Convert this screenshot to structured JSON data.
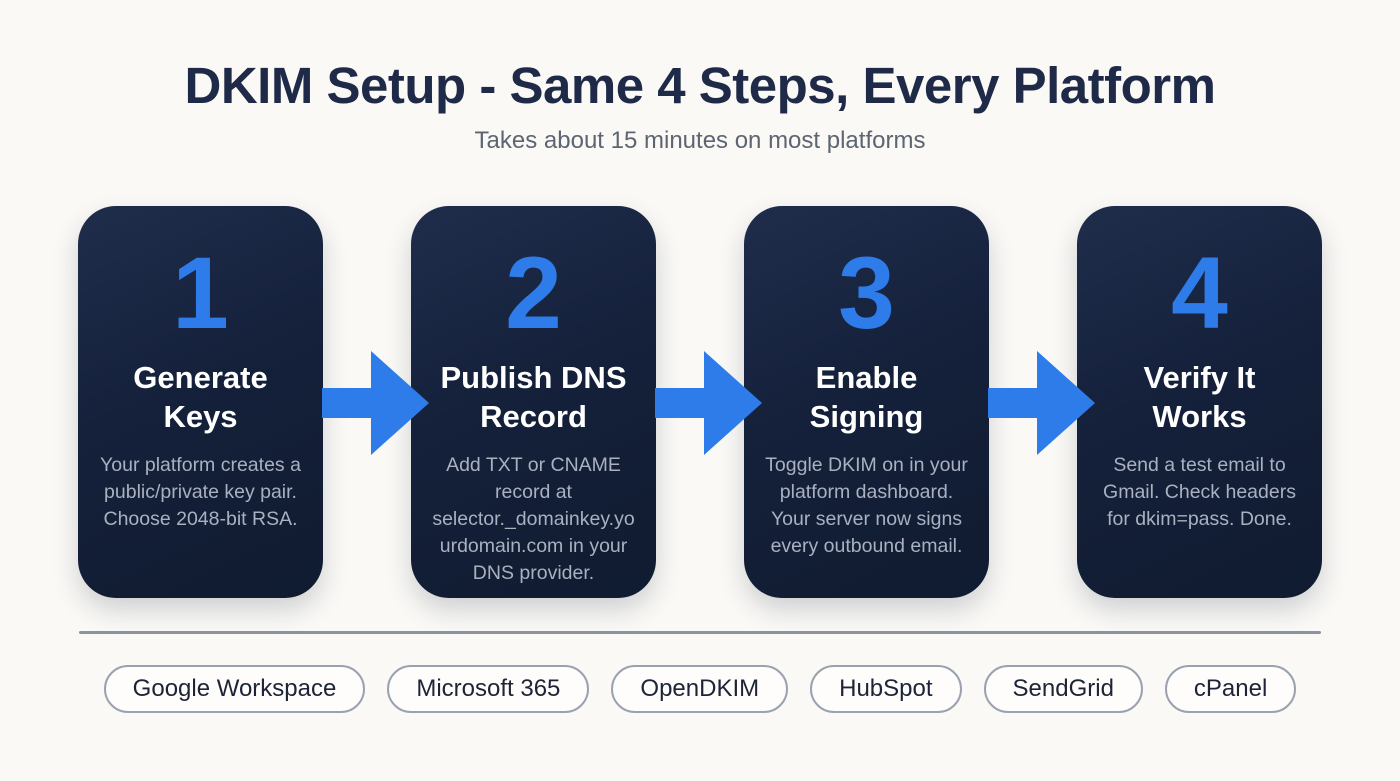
{
  "header": {
    "title": "DKIM Setup - Same 4 Steps, Every Platform",
    "subtitle": "Takes about 15 minutes on most platforms"
  },
  "steps": [
    {
      "number": "1",
      "title": "Generate Keys",
      "description": "Your platform creates a public/private key pair. Choose 2048-bit RSA."
    },
    {
      "number": "2",
      "title": "Publish DNS Record",
      "description": "Add TXT or CNAME record at selector._domainkey.yourdomain.com in your DNS provider."
    },
    {
      "number": "3",
      "title": "Enable Signing",
      "description": "Toggle DKIM on in your platform dashboard. Your server now signs every outbound email."
    },
    {
      "number": "4",
      "title": "Verify It Works",
      "description": "Send a test email to Gmail. Check headers for dkim=pass. Done."
    }
  ],
  "platforms": [
    "Google Workspace",
    "Microsoft 365",
    "OpenDKIM",
    "HubSpot",
    "SendGrid",
    "cPanel"
  ],
  "icons": [
    "arrow-right-icon",
    "arrow-right-icon",
    "arrow-right-icon"
  ],
  "colors": {
    "background": "#faf9f6",
    "title_navy": "#1e2a47",
    "subtitle_gray": "#5d6573",
    "card_navy": "#15213b",
    "accent_blue": "#2d7ce9",
    "card_title_white": "#ffffff",
    "card_desc_gray": "#a9b1c0",
    "divider_gray": "#8d93a2",
    "pill_border_gray": "#9aa2b0",
    "pill_text_navy": "#1c2435"
  }
}
